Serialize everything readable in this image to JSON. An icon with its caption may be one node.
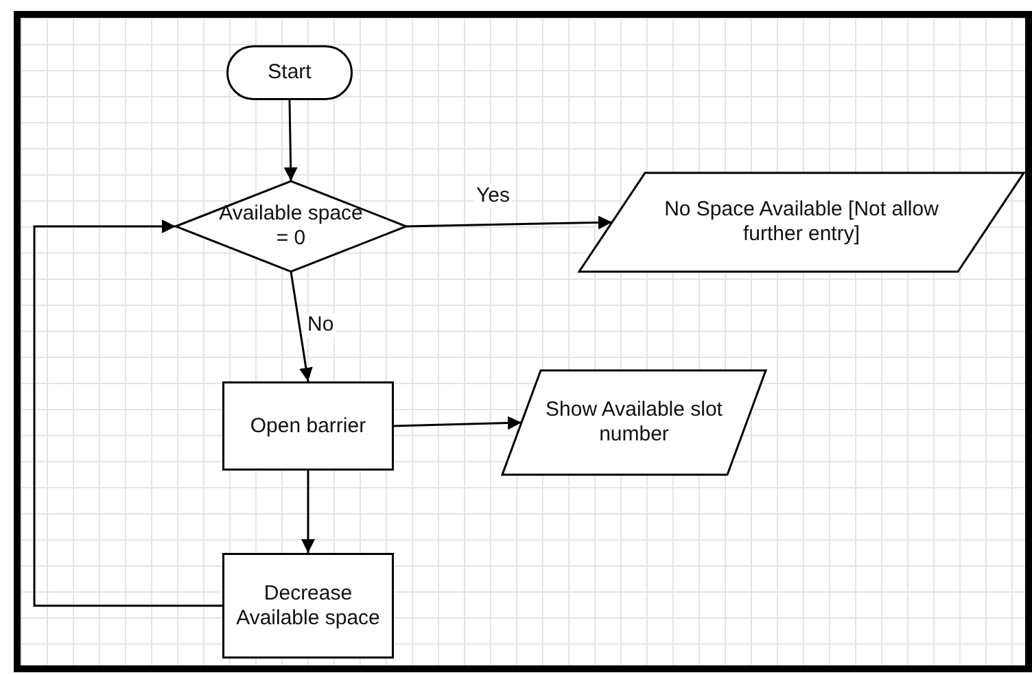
{
  "diagram": {
    "nodes": [
      {
        "text": [
          "Start"
        ]
      },
      {
        "text": [
          "Available space = 0"
        ]
      },
      {
        "text": [
          "No Space Available [Not allow further entry]"
        ]
      },
      {
        "text": [
          "Open barrier"
        ]
      },
      {
        "text": [
          "Show Available slot number"
        ]
      },
      {
        "text": [
          "Decrease Available space"
        ]
      }
    ],
    "edges": [
      {
        "from": 0,
        "to": 1,
        "arrow": "to"
      },
      {
        "from": 1,
        "to": 2,
        "arrow": "to",
        "label": "Yes"
      },
      {
        "from": 1,
        "to": 3,
        "arrow": "to",
        "label": "No"
      },
      {
        "from": 3,
        "to": 4,
        "arrow": "to"
      },
      {
        "from": 3,
        "to": 5,
        "arrow": "to"
      },
      {
        "from": 5,
        "to": 1,
        "arrow": "to"
      }
    ]
  }
}
